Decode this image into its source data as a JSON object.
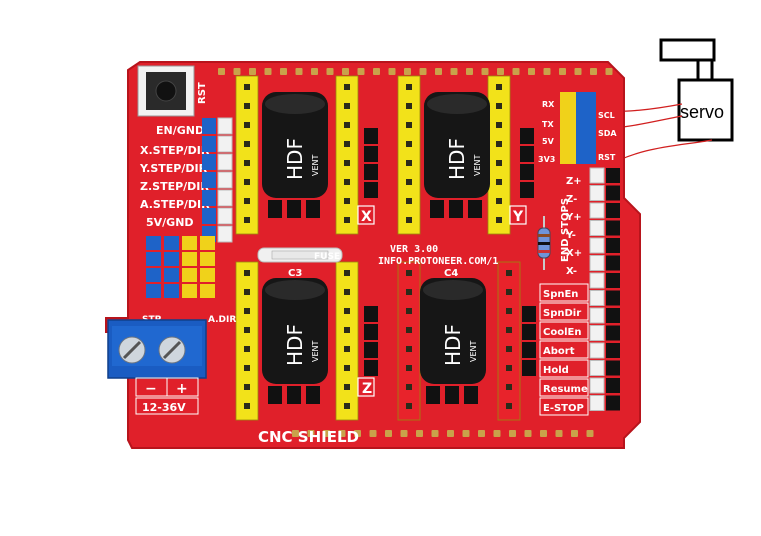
{
  "colors": {
    "pcb": "#e0202a",
    "pcb_edge": "#b8141c",
    "silkscreen": "#ffffff",
    "header_yellow": "#f2e21a",
    "header_red": "#e8232b",
    "jumper_blue": "#1e63c8",
    "jumper_yellow": "#f0d21a",
    "capacitor": "#161616",
    "terminal_blue": "#1a5cc2",
    "servo_wire": "#d11f1f",
    "pin_gold": "#c9a24a"
  },
  "board": {
    "name": "CNC SHIELD",
    "version": "VER 3.00",
    "website": "INFO.PROTONEER.COM/1",
    "reset_label": "RST",
    "voltage": "12-36V",
    "terminal_minus": "−",
    "terminal_plus": "+",
    "left_labels": [
      "EN/GND",
      "X.STEP/DIR",
      "Y.STEP/DIR",
      "Z.STEP/DIR",
      "A.STEP/DIR",
      "5V/GND"
    ],
    "end_stops_title": "END STOPS",
    "end_stop_pins": [
      "Z+",
      "Z-",
      "Y+",
      "Y-",
      "X+",
      "X-"
    ],
    "control_labels": [
      "SpnEn",
      "SpnDir",
      "CoolEn",
      "Abort",
      "Hold",
      "Resume",
      "E-STOP"
    ],
    "axis_labels": [
      "X",
      "Y",
      "Z"
    ],
    "right_top_labels": [
      "RX",
      "TX",
      "5V",
      "3V3"
    ],
    "right_top_pins": [
      "SCL",
      "SDA",
      "RST"
    ],
    "jumper_labels": [
      "STP",
      "A.DIR"
    ],
    "fuse_label": "FUSE",
    "c3_label": "C3",
    "c4_label": "C4"
  },
  "capacitors": [
    {
      "brand": "HDF",
      "tag": "VENT"
    },
    {
      "brand": "HDF",
      "tag": "VENT"
    },
    {
      "brand": "HDF",
      "tag": "VENT"
    },
    {
      "brand": "HDF",
      "tag": "VENT"
    }
  ],
  "servo": {
    "label": "servo"
  }
}
